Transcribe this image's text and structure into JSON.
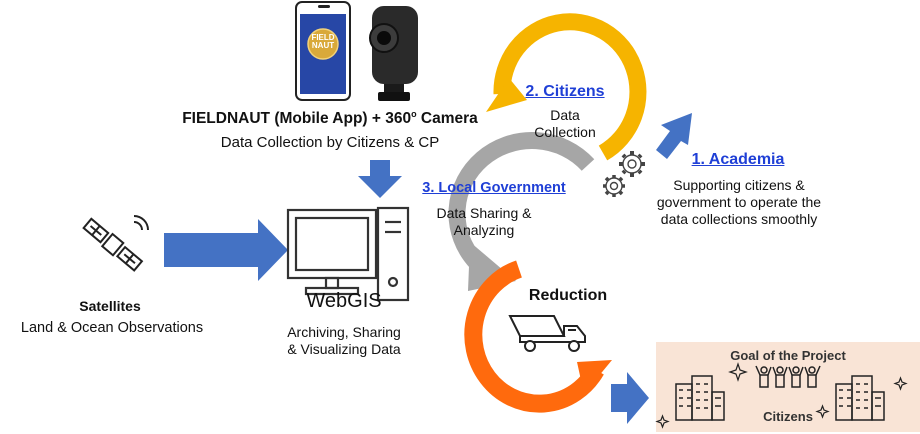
{
  "app": {
    "title": "FIELDNAUT (Mobile App) + 360",
    "title_sup": "o",
    "title_suffix": " Camera",
    "subtitle": "Data Collection by Citizens & CP",
    "screen_logo": "FIELD NAUT"
  },
  "satellites": {
    "title": "Satellites",
    "subtitle": "Land & Ocean Observations"
  },
  "webgis": {
    "title": "WebGIS",
    "line1": "Archiving, Sharing",
    "line2": "& Visualizing Data"
  },
  "citizens": {
    "label": "2. Citizens",
    "line1": "Data",
    "line2": "Collection",
    "color": "#f6b400"
  },
  "academia": {
    "label": "1. Academia",
    "line1": "Supporting citizens &",
    "line2": "government to operate the",
    "line3": "data collections smoothly"
  },
  "local_government": {
    "label": "3. Local Government",
    "line1": "Data Sharing &",
    "line2": "Analyzing",
    "color": "#a6a6a6"
  },
  "reduction": {
    "label": "Reduction",
    "color": "#ff6a0d"
  },
  "goal": {
    "title": "Goal of the Project",
    "label": "Citizens",
    "background": "#f9e4d6"
  },
  "colors": {
    "arrow": "#4472c4",
    "link": "#1f3fd6"
  },
  "icons": [
    "phone-icon",
    "camera-icon",
    "satellite-icon",
    "computer-icon",
    "gear-icon",
    "truck-icon",
    "building-icon",
    "people-icon",
    "sparkle-icon"
  ]
}
